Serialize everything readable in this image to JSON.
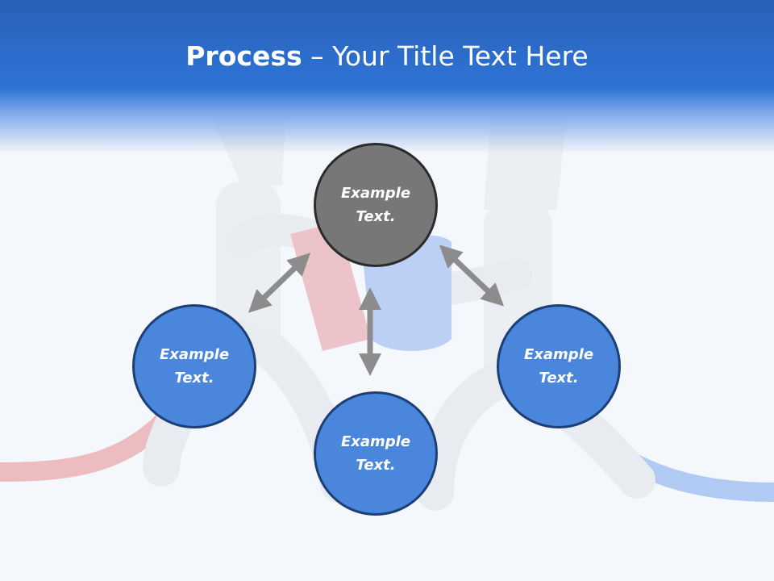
{
  "slide": {
    "title_bold": "Process",
    "title_rest": " – Your Title Text Here"
  },
  "nodes": {
    "top": "Example\nText.",
    "left": "Example\nText.",
    "bottom": "Example\nText.",
    "right": "Example\nText."
  },
  "colors": {
    "header": "#2f74d6",
    "node_blue": "#4a86dc",
    "node_gray": "#777777",
    "arrow": "#8c8c8c"
  },
  "icons": [
    "double-arrow-icon"
  ]
}
